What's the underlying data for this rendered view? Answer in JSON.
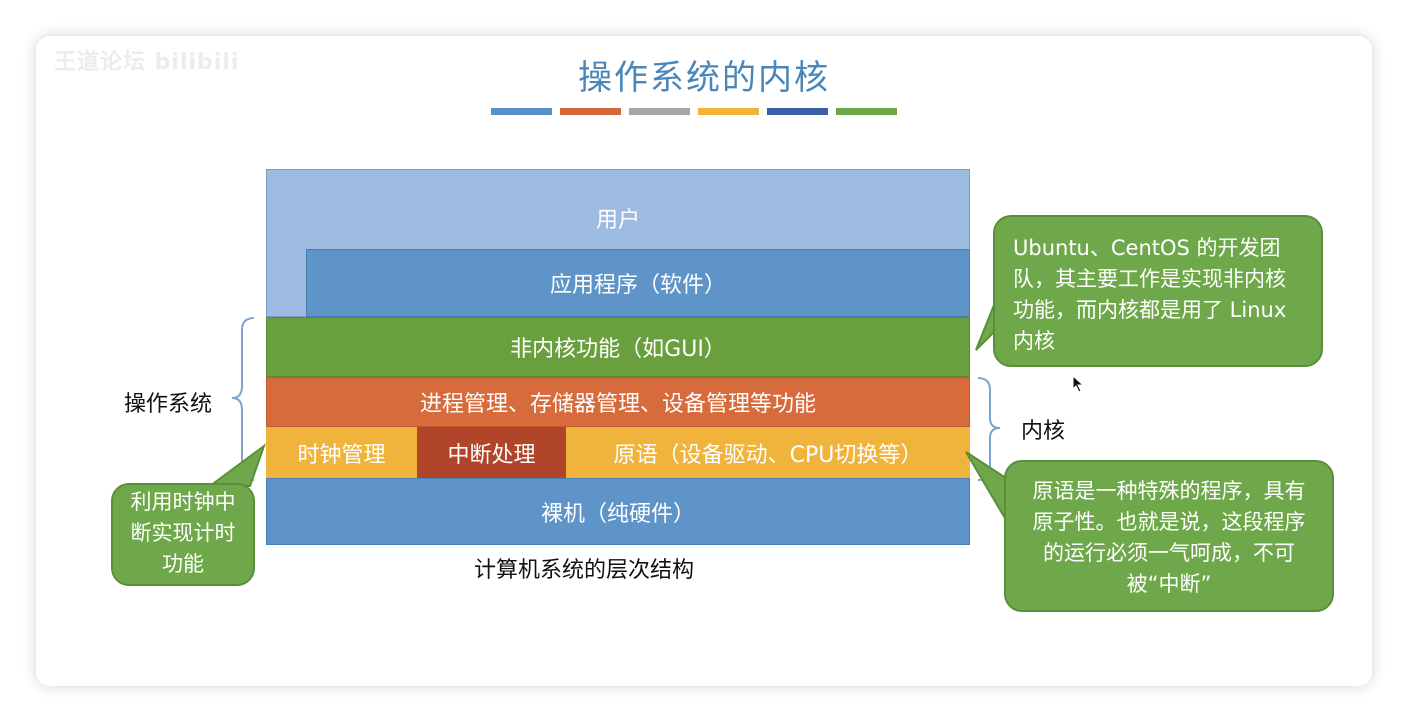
{
  "watermark": "王道论坛 bilibili",
  "title": "操作系统的内核",
  "accent_bars": [
    "#5b8fc8",
    "#d06a3c",
    "#a6a6a6",
    "#f0b43c",
    "#3c5fa6",
    "#6fa84a"
  ],
  "layers": {
    "user": "用户",
    "app": "应用程序（软件）",
    "non_kernel": "非内核功能（如GUI）",
    "process_mgmt": "进程管理、存储器管理、设备管理等功能",
    "clock_mgmt": "时钟管理",
    "interrupt": "中断处理",
    "primitive": "原语（设备驱动、CPU切换等）",
    "bare_machine": "裸机（纯硬件）"
  },
  "labels": {
    "os": "操作系统",
    "kernel": "内核",
    "caption": "计算机系统的层次结构"
  },
  "callouts": {
    "ubuntu": "Ubuntu、CentOS 的开发团队，其主要工作是实现非内核功能，而内核都是用了 Linux 内核",
    "primitive": "原语是一种特殊的程序，具有原子性。也就是说，这段程序的运行必须一气呵成，不可被“中断”",
    "clock": "利用时钟中断实现计时功能"
  }
}
